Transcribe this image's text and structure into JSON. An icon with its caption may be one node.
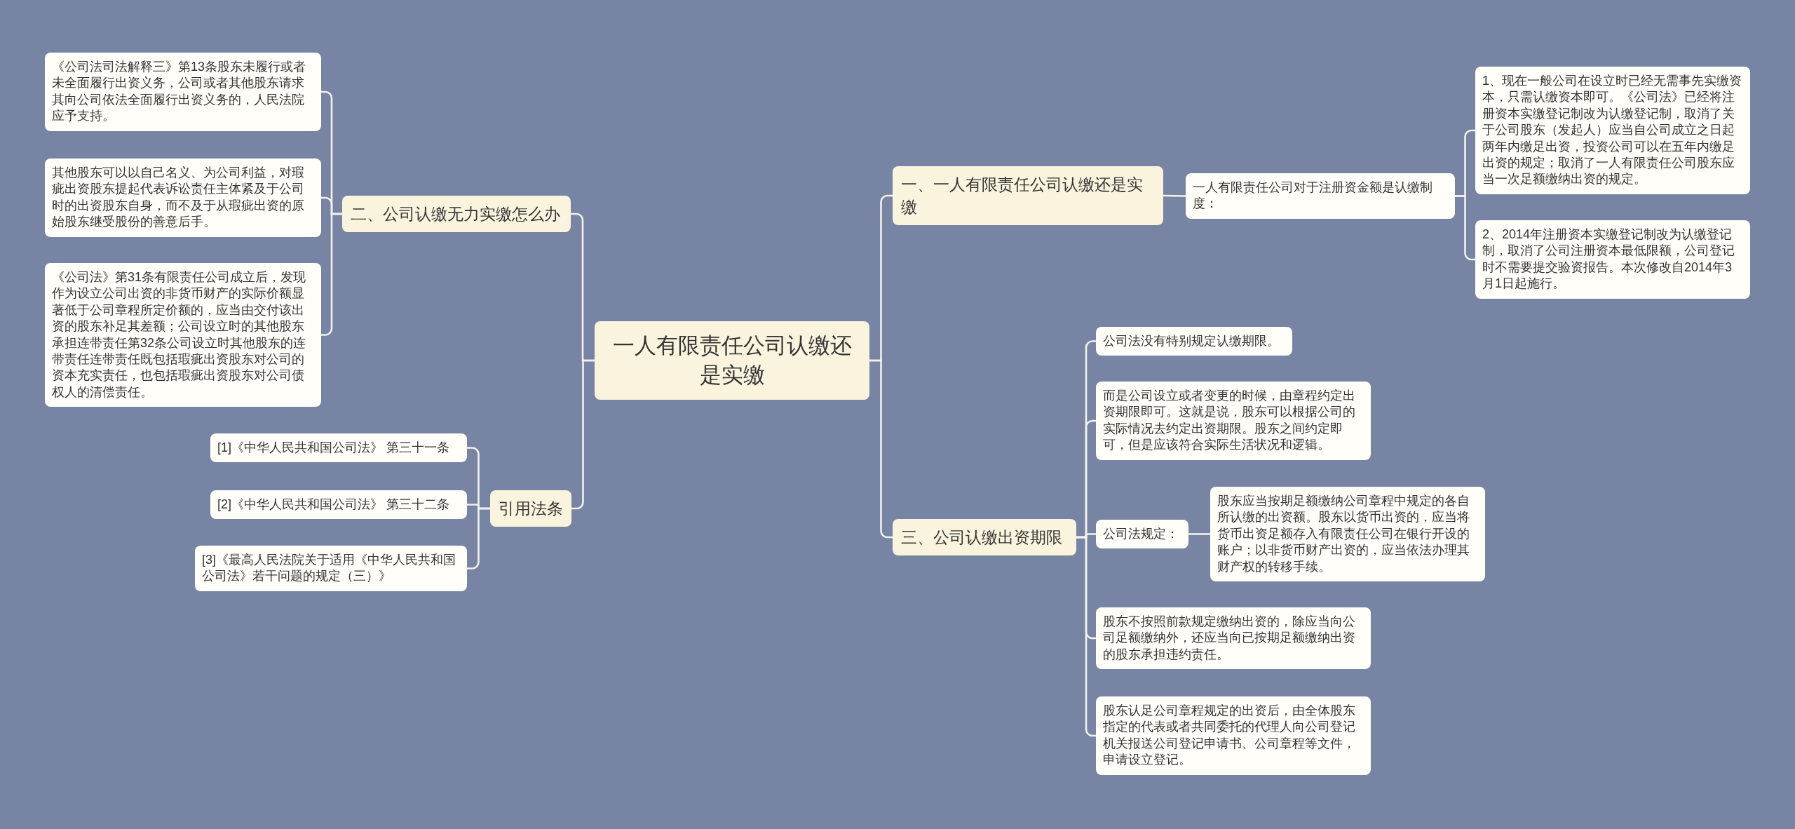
{
  "diagram": {
    "nodes": [
      {
        "text": [
          "一人有限责任公司认缴还是实缴"
        ]
      },
      {
        "text": [
          "二、公司认缴无力实缴怎么办"
        ]
      },
      {
        "text": [
          "《公司法司法解释三》第13条股东未履行或者未全面履行出资义务，公司或者其他股东请求其向公司依法全面履行出资义务的，人民法院应予支持。"
        ]
      },
      {
        "text": [
          "其他股东可以以自己名义、为公司利益，对瑕疵出资股东提起代表诉讼责任主体紧及于公司时的出资股东自身，而不及于从瑕疵出资的原始股东继受股份的善意后手。"
        ]
      },
      {
        "text": [
          "《公司法》第31条有限责任公司成立后，发现作为设立公司出资的非货币财产的实际价额显著低于公司章程所定价额的，应当由交付该出资的股东补足其差额；公司设立时的其他股东承担连带责任第32条公司设立时其他股东的连带责任连带责任既包括瑕疵出资股东对公司的资本充实责任，也包括瑕疵出资股东对公司债权人的清偿责任。"
        ]
      },
      {
        "text": [
          "引用法条"
        ]
      },
      {
        "text": [
          "[1]《中华人民共和国公司法》 第三十一条"
        ]
      },
      {
        "text": [
          "[2]《中华人民共和国公司法》 第三十二条"
        ]
      },
      {
        "text": [
          "[3]《最高人民法院关于适用《中华人民共和国公司法》若干问题的规定（三）》"
        ]
      },
      {
        "text": [
          "一、一人有限责任公司认缴还是实缴"
        ]
      },
      {
        "text": [
          "一人有限责任公司对于注册资金额是认缴制度："
        ]
      },
      {
        "text": [
          "1、现在一般公司在设立时已经无需事先实缴资本，只需认缴资本即可。《公司法》已经将注册资本实缴登记制改为认缴登记制，取消了关于公司股东（发起人）应当自公司成立之日起两年内缴足出资，投资公司可以在五年内缴足出资的规定；取消了一人有限责任公司股东应当一次足额缴纳出资的规定。"
        ]
      },
      {
        "text": [
          "2、2014年注册资本实缴登记制改为认缴登记制，取消了公司注册资本最低限额，公司登记时不需要提交验资报告。本次修改自2014年3月1日起施行。"
        ]
      },
      {
        "text": [
          "三、公司认缴出资期限"
        ]
      },
      {
        "text": [
          "公司法没有特别规定认缴期限。"
        ]
      },
      {
        "text": [
          "而是公司设立或者变更的时候，由章程约定出资期限即可。这就是说，股东可以根据公司的实际情况去约定出资期限。股东之间约定即可，但是应该符合实际生活状况和逻辑。"
        ]
      },
      {
        "text": [
          "公司法规定："
        ]
      },
      {
        "text": [
          "股东应当按期足额缴纳公司章程中规定的各自所认缴的出资额。股东以货币出资的，应当将货币出资足额存入有限责任公司在银行开设的账户；以非货币财产出资的，应当依法办理其财产权的转移手续。"
        ]
      },
      {
        "text": [
          "股东不按照前款规定缴纳出资的，除应当向公司足额缴纳外，还应当向已按期足额缴纳出资的股东承担违约责任。"
        ]
      },
      {
        "text": [
          "股东认足公司章程规定的出资后，由全体股东指定的代表或者共同委托的代理人向公司登记机关报送公司登记申请书、公司章程等文件，申请设立登记。"
        ]
      }
    ],
    "edges": [
      {
        "from": 0,
        "to": 1,
        "arrow": "none"
      },
      {
        "from": 1,
        "to": 2,
        "arrow": "none"
      },
      {
        "from": 1,
        "to": 3,
        "arrow": "none"
      },
      {
        "from": 1,
        "to": 4,
        "arrow": "none"
      },
      {
        "from": 0,
        "to": 5,
        "arrow": "none"
      },
      {
        "from": 5,
        "to": 6,
        "arrow": "none"
      },
      {
        "from": 5,
        "to": 7,
        "arrow": "none"
      },
      {
        "from": 5,
        "to": 8,
        "arrow": "none"
      },
      {
        "from": 0,
        "to": 9,
        "arrow": "none"
      },
      {
        "from": 9,
        "to": 10,
        "arrow": "none"
      },
      {
        "from": 10,
        "to": 11,
        "arrow": "none"
      },
      {
        "from": 10,
        "to": 12,
        "arrow": "none"
      },
      {
        "from": 0,
        "to": 13,
        "arrow": "none"
      },
      {
        "from": 13,
        "to": 14,
        "arrow": "none"
      },
      {
        "from": 13,
        "to": 15,
        "arrow": "none"
      },
      {
        "from": 13,
        "to": 16,
        "arrow": "none"
      },
      {
        "from": 16,
        "to": 17,
        "arrow": "none"
      },
      {
        "from": 13,
        "to": 18,
        "arrow": "none"
      },
      {
        "from": 13,
        "to": 19,
        "arrow": "none"
      }
    ]
  }
}
